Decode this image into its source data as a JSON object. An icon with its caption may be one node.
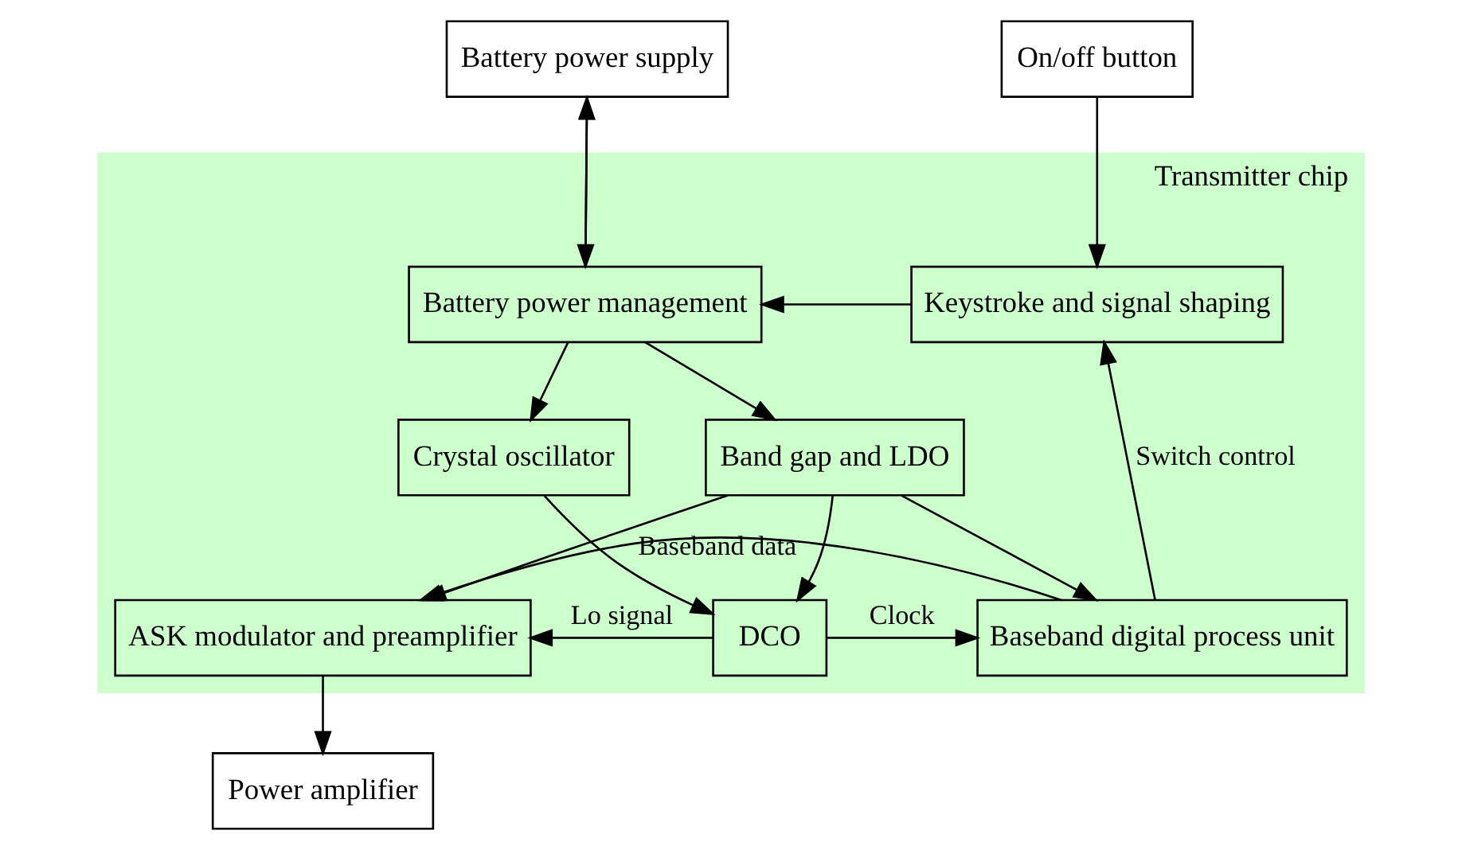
{
  "diagram": {
    "nodes": [
      {
        "text": [
          "Battery power supply"
        ]
      },
      {
        "text": [
          "Transmitter chip"
        ]
      },
      {
        "text": [
          "On/off button"
        ]
      },
      {
        "text": [
          "Keystroke and signal shaping"
        ],
        "in": 1
      },
      {
        "text": [
          "Battery power management"
        ],
        "in": 1
      },
      {
        "text": [
          "Band gap and LDO"
        ],
        "in": 1
      },
      {
        "text": [
          "Crystal oscillator"
        ],
        "in": 1
      },
      {
        "text": [
          "Baseband digital process unit"
        ],
        "in": 1
      },
      {
        "text": [
          "DCO"
        ],
        "in": 1
      },
      {
        "text": [
          "ASK modulator and preamplifier"
        ],
        "in": 1
      },
      {
        "text": [
          "Power amplifier"
        ]
      }
    ],
    "edges": [
      {
        "from": 2,
        "to": 3,
        "arrow": "to"
      },
      {
        "from": 3,
        "to": 4,
        "arrow": "to"
      },
      {
        "from": 4,
        "to": 0,
        "arrow": "to"
      },
      {
        "from": 0,
        "to": 4,
        "arrow": "to"
      },
      {
        "from": 4,
        "to": 5,
        "arrow": "to"
      },
      {
        "from": 4,
        "to": 6,
        "arrow": "to"
      },
      {
        "from": 5,
        "to": 7,
        "arrow": "to"
      },
      {
        "from": 5,
        "to": 8,
        "arrow": "to"
      },
      {
        "from": 5,
        "to": 9,
        "arrow": "to"
      },
      {
        "from": 6,
        "to": 8,
        "arrow": "to"
      },
      {
        "from": 8,
        "to": 7,
        "arrow": "to",
        "label": "Clock"
      },
      {
        "from": 8,
        "to": 9,
        "arrow": "to",
        "label": "Lo signal"
      },
      {
        "from": 7,
        "to": 3,
        "arrow": "to",
        "label": "Switch control"
      },
      {
        "from": 7,
        "to": 9,
        "arrow": "to",
        "label": "Baseband data"
      },
      {
        "from": 9,
        "to": 10,
        "arrow": "to"
      }
    ]
  }
}
